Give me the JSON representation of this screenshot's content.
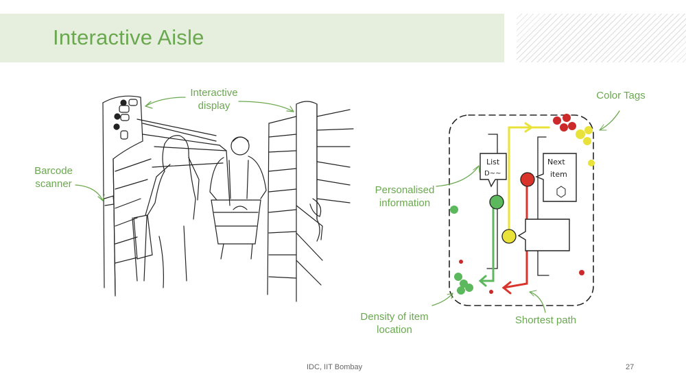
{
  "slide": {
    "title": "Interactive Aisle",
    "footer_text": "IDC, IIT Bombay",
    "page_number": "27"
  },
  "labels": {
    "interactive_display_line1": "Interactive",
    "interactive_display_line2": "display",
    "barcode_line1": "Barcode",
    "barcode_line2": "scanner",
    "color_tags": "Color Tags",
    "personalised_line1": "Personalised",
    "personalised_line2": "information",
    "density_line1": "Density of item",
    "density_line2": "location",
    "shortest_path": "Shortest path"
  },
  "map_notes": {
    "list_line1": "List",
    "list_line2": "D~~",
    "next_line1": "Next",
    "next_line2": "item"
  },
  "colors": {
    "accent_green": "#6aa84f",
    "title_band": "#e6efde",
    "path_green": "#5cb85c",
    "path_yellow": "#e8e23a",
    "path_red": "#d9342b",
    "tag_yellow": "#e8e23a",
    "tag_red": "#cc2a2a"
  }
}
